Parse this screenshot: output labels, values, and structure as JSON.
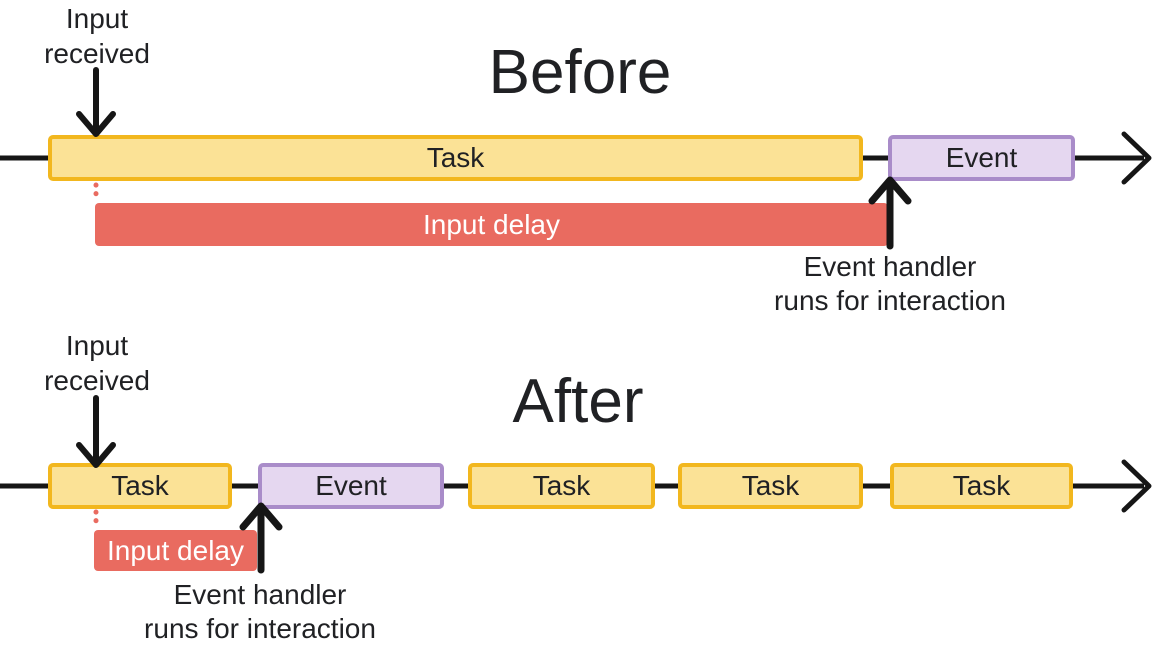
{
  "colors": {
    "task_fill": "#FBE296",
    "task_border": "#F2B71E",
    "event_fill": "#E5D7F0",
    "event_border": "#A98CC9",
    "delay_fill": "#E96B60",
    "line": "#161616",
    "text": "#202124",
    "delay_text": "#FFFFFF",
    "bg": "#FFFFFF"
  },
  "before": {
    "title": "Before",
    "input_received_lines": [
      "Input",
      "received"
    ],
    "boxes": [
      {
        "type": "task",
        "label": "Task"
      },
      {
        "type": "event",
        "label": "Event"
      }
    ],
    "input_delay_label": "Input delay",
    "event_handler_lines": [
      "Event handler",
      "runs for interaction"
    ]
  },
  "after": {
    "title": "After",
    "input_received_lines": [
      "Input",
      "received"
    ],
    "boxes": [
      {
        "type": "task",
        "label": "Task"
      },
      {
        "type": "event",
        "label": "Event"
      },
      {
        "type": "task",
        "label": "Task"
      },
      {
        "type": "task",
        "label": "Task"
      },
      {
        "type": "task",
        "label": "Task"
      }
    ],
    "input_delay_label": "Input delay",
    "event_handler_lines": [
      "Event handler",
      "runs for interaction"
    ]
  }
}
